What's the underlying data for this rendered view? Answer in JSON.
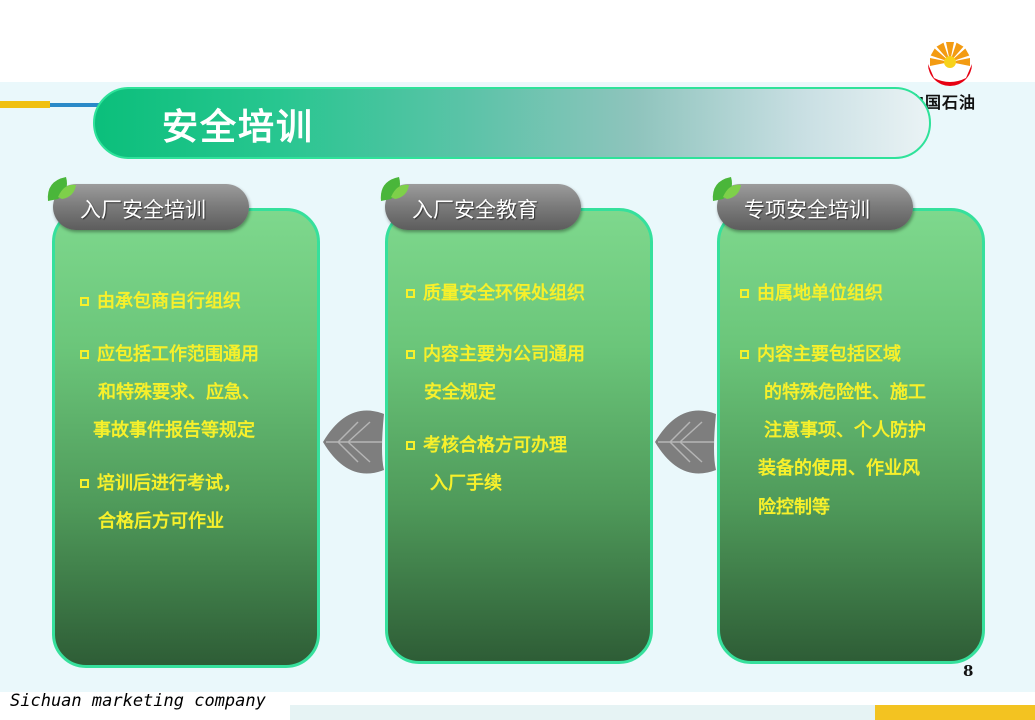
{
  "slide": {
    "title": "安全培训",
    "page_number": "8",
    "footer": "Sichuan marketing company",
    "logo_text": "中国石油"
  },
  "colors": {
    "title_bar_start": "#0bbf7b",
    "card_green": "#6bc67a",
    "card_border": "#36e09c",
    "body_text": "#f7f02b",
    "tab_gray": "#7a7a7a",
    "accent_yellow": "#f3c321"
  },
  "icons": [
    "petrochina-logo-icon",
    "leaf-icon",
    "bullet-square-icon"
  ],
  "cards": [
    {
      "title": "入厂安全培训",
      "lines": [
        "由承包商自行组织",
        "应包括工作范围通用",
        "和特殊要求、应急、",
        "事故事件报告等规定",
        "培训后进行考试，",
        "合格后方可作业"
      ]
    },
    {
      "title": "入厂安全教育",
      "lines": [
        "质量安全环保处组织",
        "内容主要为公司通用",
        "安全规定",
        "考核合格方可办理",
        "入厂手续"
      ]
    },
    {
      "title": "专项安全培训",
      "lines": [
        "由属地单位组织",
        "内容主要包括区域",
        "的特殊危险性、施工",
        "注意事项、个人防护",
        "装备的使用、作业风",
        "险控制等"
      ]
    }
  ]
}
